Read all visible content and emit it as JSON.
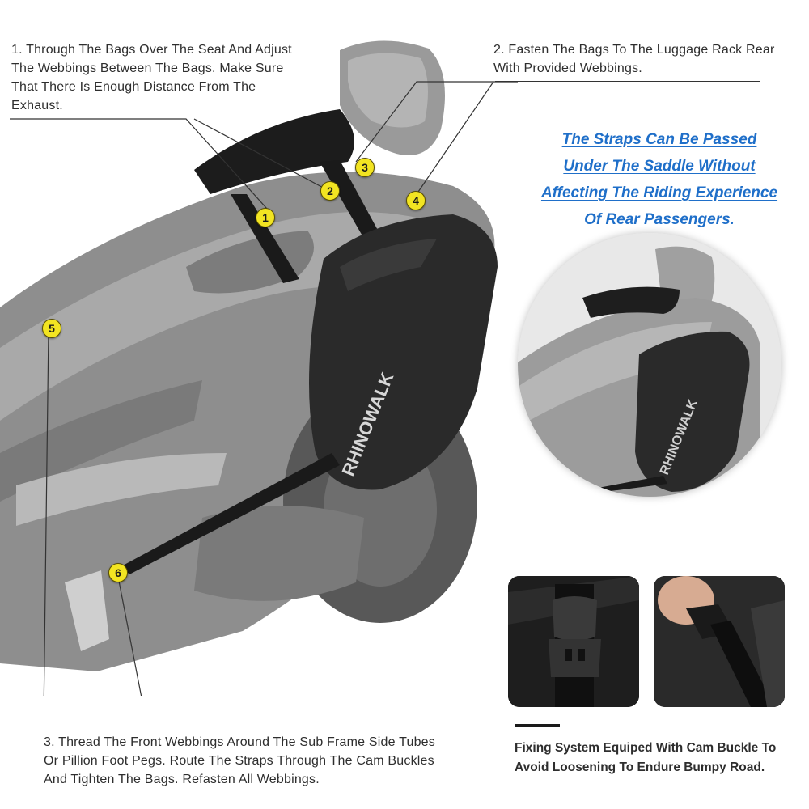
{
  "steps": {
    "step1": "1. Through The Bags Over The Seat And Adjust The Webbings Between The Bags. Make Sure That There Is Enough Distance From The Exhaust.",
    "step2": "2. Fasten The Bags To The Luggage Rack Rear With Provided Webbings.",
    "step3": "3. Thread The Front Webbings Around The Sub Frame Side Tubes Or Pillion Foot Pegs. Route The Straps Through The Cam Buckles And Tighten The Bags. Refasten All Webbings."
  },
  "highlight": {
    "lines": [
      "The Straps Can Be Passed",
      "Under The Saddle Without",
      "Affecting The Riding Experience",
      "Of Rear Passengers."
    ],
    "color": "#1f6fc9"
  },
  "fixing_system": {
    "text": "Fixing System Equiped With Cam Buckle To Avoid Loosening To Endure Bumpy Road."
  },
  "markers": [
    "1",
    "2",
    "3",
    "4",
    "5",
    "6"
  ],
  "marker_color": "#f2e422",
  "brand": {
    "bag_logo": "RHINOWALK"
  }
}
